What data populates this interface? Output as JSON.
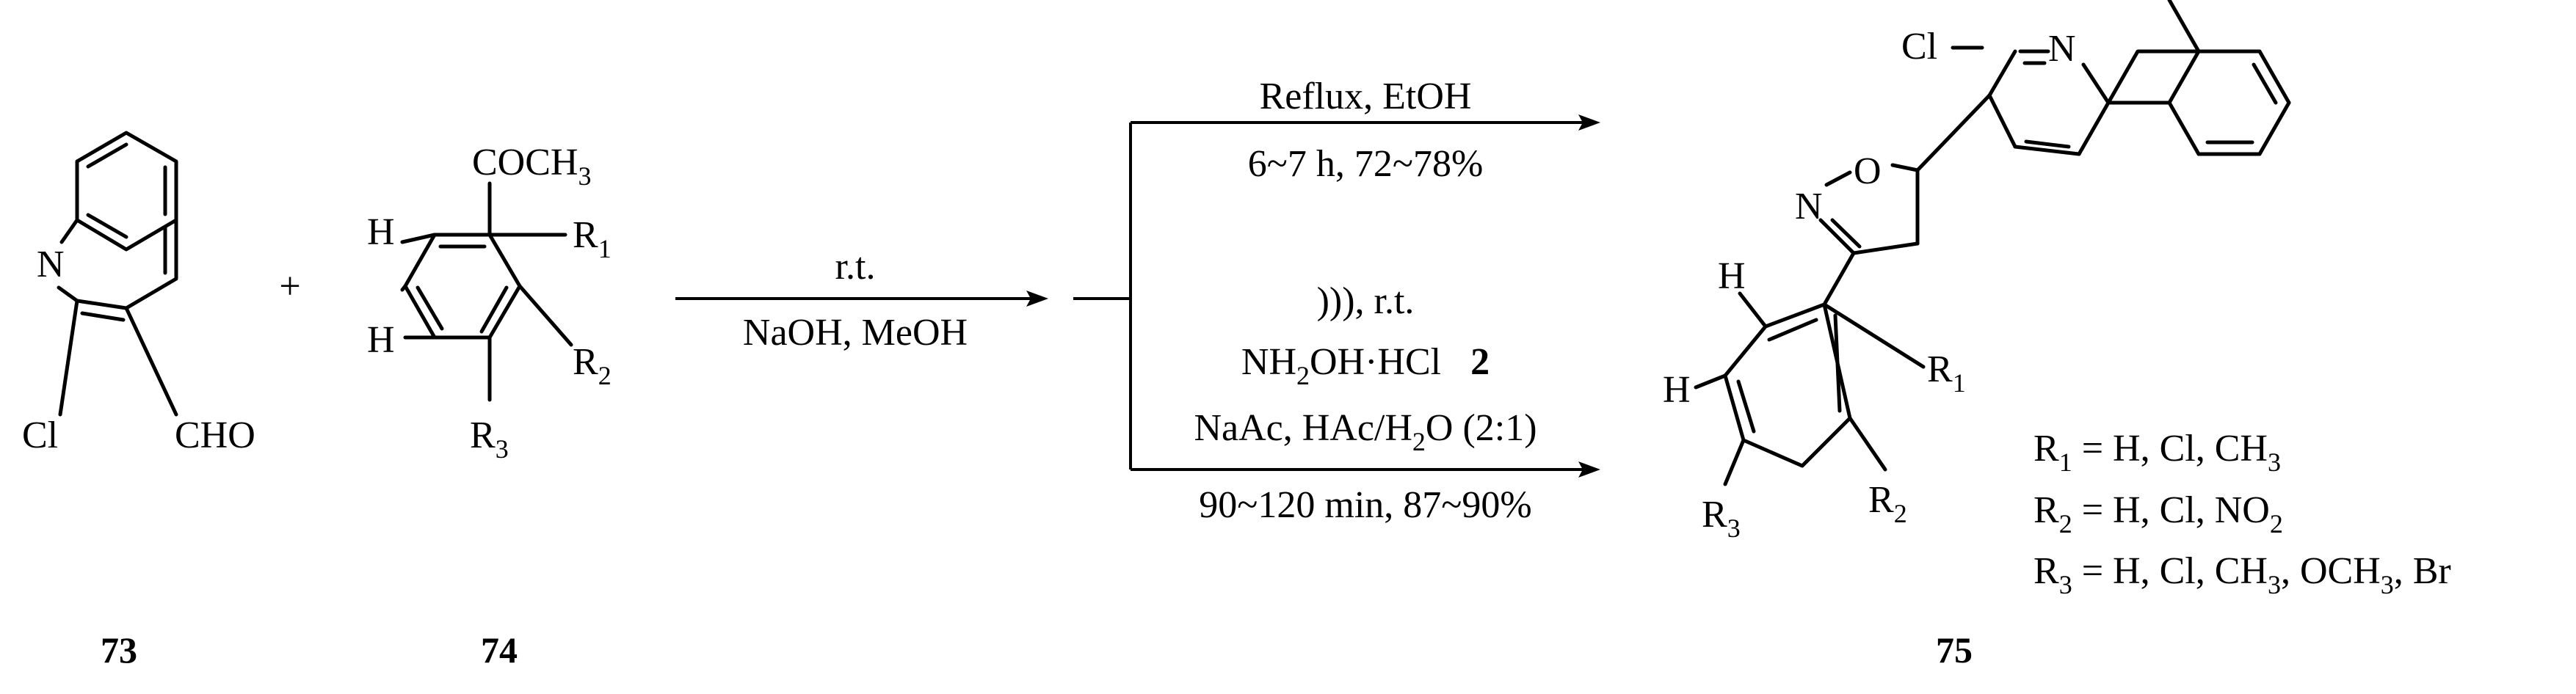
{
  "compounds": {
    "c73": {
      "number": "73",
      "atom_n": "N",
      "atom_cl": "Cl",
      "group_cho": "CHO"
    },
    "c74": {
      "number": "74",
      "acetyl_main": "COCH",
      "acetyl_sub": "3",
      "h_top": "H",
      "h_bottom": "H",
      "r1_main": "R",
      "r1_sub": "1",
      "r2_main": "R",
      "r2_sub": "2",
      "r3_main": "R",
      "r3_sub": "3"
    },
    "c75": {
      "number": "75",
      "atom_cl": "Cl",
      "atom_n_quinoline": "N",
      "atom_n_isoxazoline": "N",
      "atom_o": "O",
      "h_top": "H",
      "h_left": "H",
      "r1_main": "R",
      "r1_sub": "1",
      "r2_main": "R",
      "r2_sub": "2",
      "r3_main": "R",
      "r3_sub": "3"
    }
  },
  "plus": "+",
  "step1": {
    "above": "r.t.",
    "below": "NaOH, MeOH"
  },
  "step2_upper": {
    "above": "Reflux, EtOH",
    "below": "6~7 h, 72~78%"
  },
  "step2_lower": {
    "line1": "))), r.t.",
    "line2_a": "NH",
    "line2_sub": "2",
    "line2_b": "OH·HCl",
    "line2_bold": "2",
    "line3_a": "NaAc, HAc/H",
    "line3_sub": "2",
    "line3_b": "O (2:1)",
    "line4": "90~120 min, 87~90%"
  },
  "substituents": {
    "r1": {
      "label": "R",
      "sub": "1",
      "values": " = H, Cl, CH",
      "values_sub": "3",
      "values_tail": ""
    },
    "r2": {
      "label": "R",
      "sub": "2",
      "values": " = H, Cl, NO",
      "values_sub": "2",
      "values_tail": ""
    },
    "r3": {
      "label": "R",
      "sub": "3",
      "values": " = H, Cl, CH",
      "values_sub": "3",
      "values_tail": ", OCH",
      "values_sub2": "3",
      "values_tail2": ", Br"
    }
  }
}
